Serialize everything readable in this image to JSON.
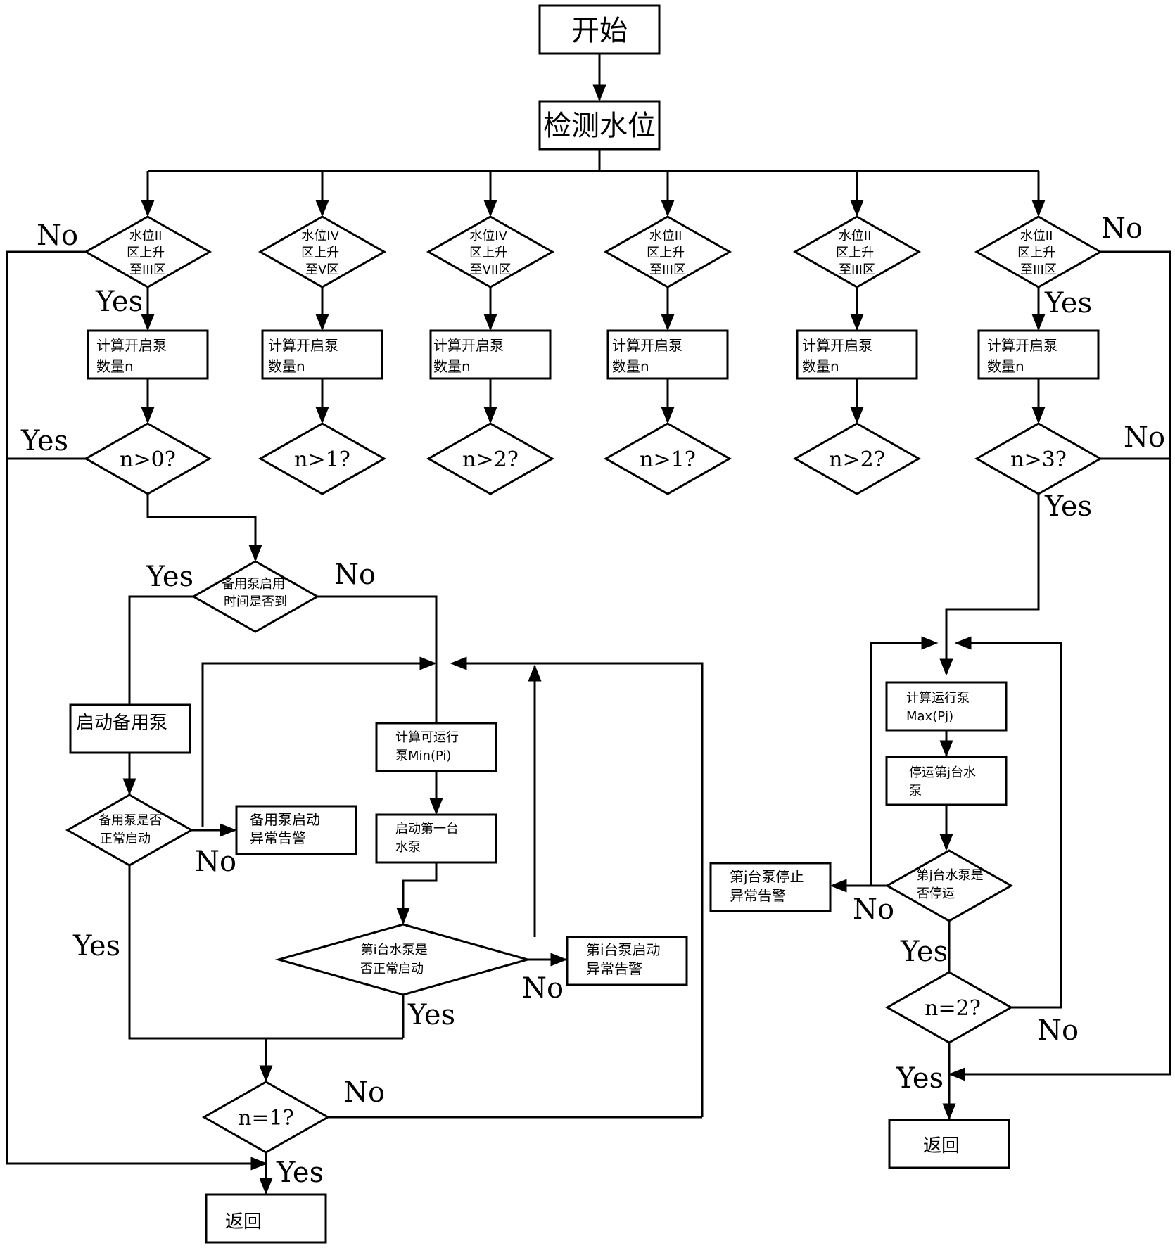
{
  "nodes": {
    "start": "开始",
    "detect": "检测水位",
    "zone1": [
      "水位II",
      "区上升",
      "至III区"
    ],
    "zone2": [
      "水位IV",
      "区上升",
      "至V区"
    ],
    "zone3": [
      "水位IV",
      "区上升",
      "至VII区"
    ],
    "zone4": [
      "水位II",
      "区上升",
      "至III区"
    ],
    "zone5": [
      "水位II",
      "区上升",
      "至III区"
    ],
    "zone6": [
      "水位II",
      "区上升",
      "至III区"
    ],
    "calc": [
      "计算开启泵",
      "数量n"
    ],
    "cond1": "n>0?",
    "cond2": "n>1?",
    "cond3": "n>2?",
    "cond4": "n>1?",
    "cond5": "n>2?",
    "cond6": "n>3?",
    "backup_time": [
      "备用泵启用",
      "时间是否到"
    ],
    "start_backup": "启动备用泵",
    "backup_ok": [
      "备用泵是否",
      "正常启动"
    ],
    "backup_alarm": [
      "备用泵启动",
      "异常告警"
    ],
    "calc_min": [
      "计算可运行",
      "泵Min(Pi)"
    ],
    "start_first": [
      "启动第一台",
      "水泵"
    ],
    "pump_i_ok": [
      "第i台水泵是",
      "否正常启动"
    ],
    "pump_i_alarm": [
      "第i台泵启动",
      "异常告警"
    ],
    "n_eq_1": "n=1?",
    "return_left": "返回",
    "calc_max": [
      "计算运行泵",
      "Max(Pj)"
    ],
    "stop_j": [
      "停运第j台水",
      "泵"
    ],
    "pump_j_stopped": [
      "第j台水泵是",
      "否停运"
    ],
    "stop_j_alarm": [
      "第j台泵停止",
      "异常告警"
    ],
    "n_eq_2": "n=2?",
    "return_right": "返回"
  },
  "labels": {
    "yes": "Yes",
    "no": "No"
  }
}
